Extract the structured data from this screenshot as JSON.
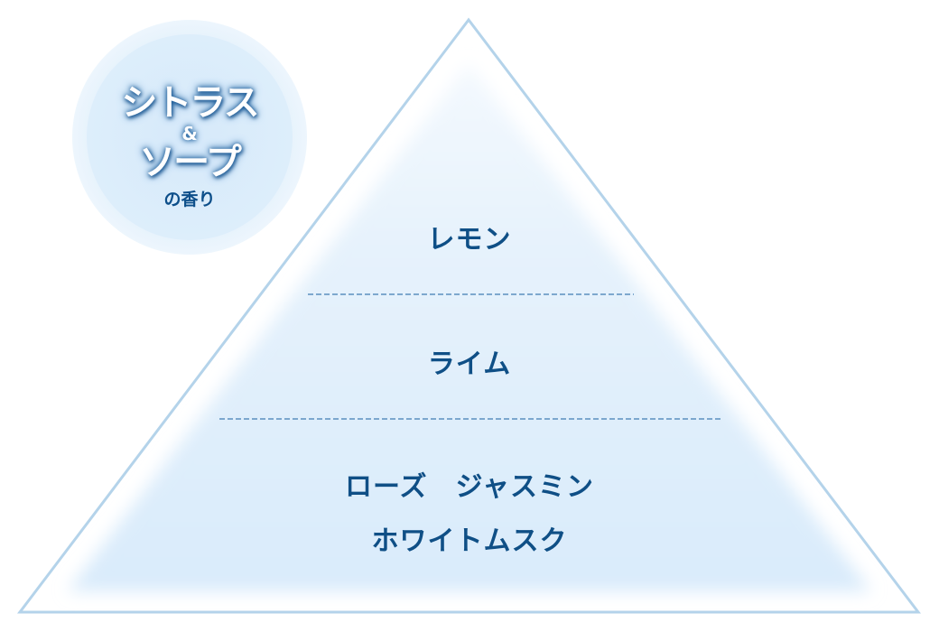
{
  "badge": {
    "title_line1": "シトラス",
    "ampersand": "&",
    "title_line2": "ソープ",
    "subtitle": "の香り"
  },
  "pyramid": {
    "tiers": [
      {
        "level": "top",
        "notes": [
          "レモン"
        ]
      },
      {
        "level": "middle",
        "notes": [
          "ライム"
        ]
      },
      {
        "level": "base",
        "notes": [
          "ローズ　ジャスミン",
          "ホワイトムスク"
        ]
      }
    ]
  },
  "colors": {
    "outline": "#b4d3ea",
    "fill": "#dcecfb",
    "text": "#0f4f86",
    "divider": "#5b8fbf"
  }
}
